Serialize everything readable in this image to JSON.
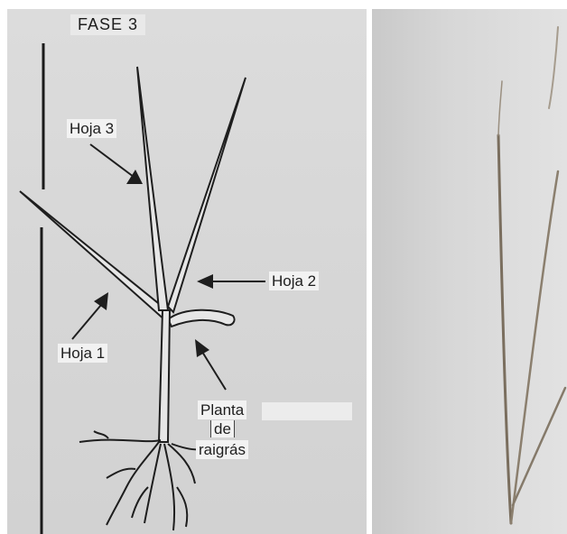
{
  "phase_title": "FASE 3",
  "labels": {
    "leaf3": "Hoja 3",
    "leaf2": "Hoja 2",
    "leaf1": "Hoja 1",
    "plant_line1": "Planta",
    "plant_line2": "de",
    "plant_line3": "raigrás"
  },
  "colors": {
    "line": "#1e1e1e",
    "stem_photo": "#7a6e5e"
  }
}
